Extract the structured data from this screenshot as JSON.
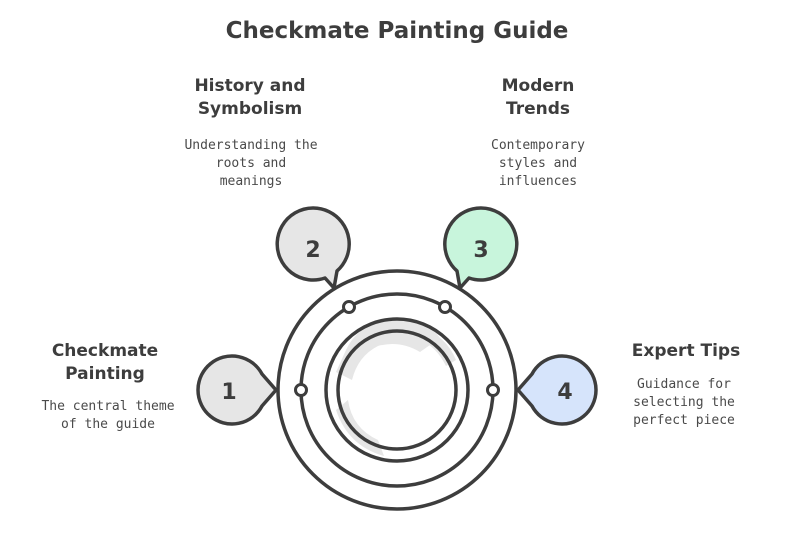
{
  "title": "Checkmate Painting Guide",
  "steps": [
    {
      "number": "1",
      "heading": "Checkmate\nPainting",
      "description": "The central theme\nof the guide",
      "color": "#e6e6e6"
    },
    {
      "number": "2",
      "heading": "History and\nSymbolism",
      "description": "Understanding the\nroots and\nmeanings",
      "color": "#e6e6e6"
    },
    {
      "number": "3",
      "heading": "Modern\nTrends",
      "description": "Contemporary\nstyles and\ninfluences",
      "color": "#c8f5dc"
    },
    {
      "number": "4",
      "heading": "Expert Tips",
      "description": "Guidance for\nselecting the\nperfect piece",
      "color": "#d6e4fb"
    }
  ],
  "colors": {
    "stroke": "#3d3d3d",
    "ring_fill": "#e9e9e9"
  }
}
